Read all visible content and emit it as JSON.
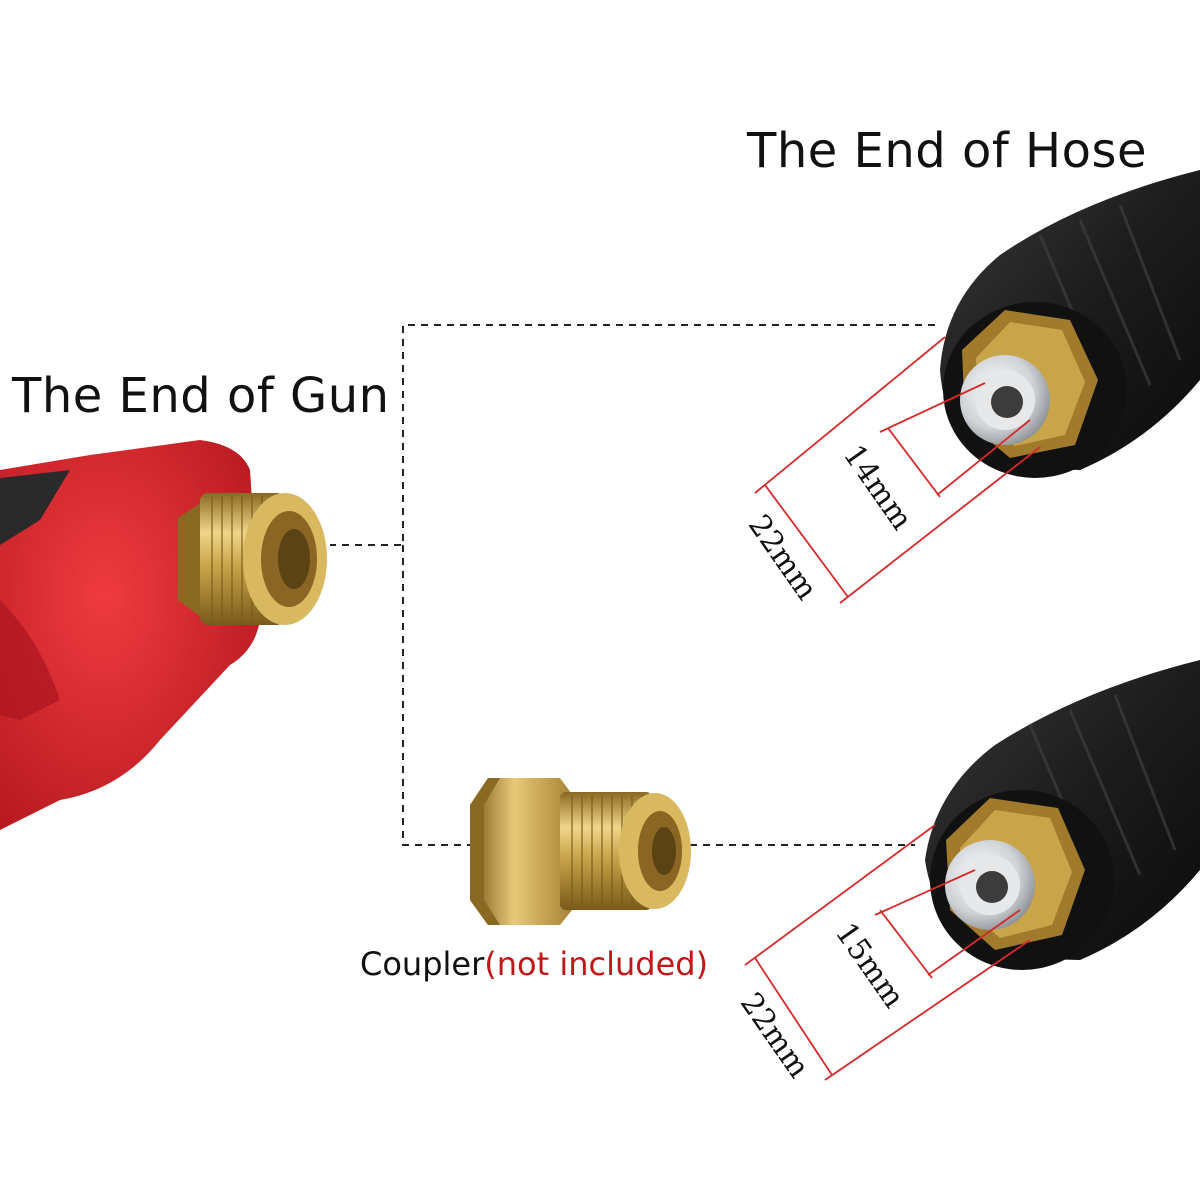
{
  "labels": {
    "hose_end": "The End of Hose",
    "gun_end": "The End of Gun",
    "coupler": "Coupler",
    "coupler_note": "(not included)",
    "coupler_close": ")",
    "coupler_open": "("
  },
  "dimensions": {
    "hose_top_inner": "14mm",
    "hose_top_outer": "22mm",
    "hose_bottom_inner": "15mm",
    "hose_bottom_outer": "22mm"
  },
  "colors": {
    "gun_red": "#d8252c",
    "brass": "#c9a54a",
    "hose_black": "#1e1e1e",
    "dimension_red": "#d42a2a",
    "note_red": "#c01818"
  }
}
